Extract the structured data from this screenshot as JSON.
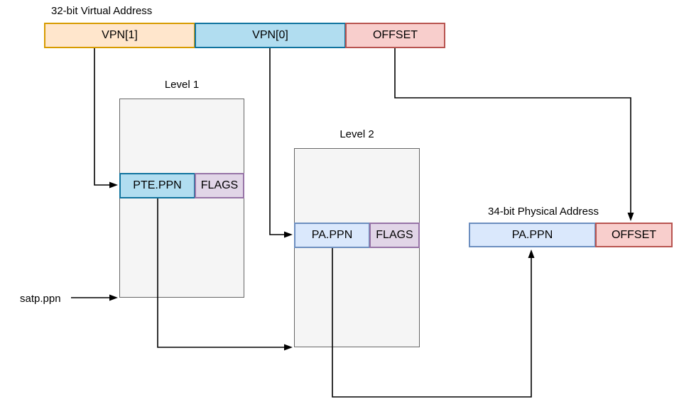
{
  "virtual_address": {
    "title": "32-bit Virtual Address",
    "fields": [
      {
        "label": "VPN[1]",
        "color_role": "orange"
      },
      {
        "label": "VPN[0]",
        "color_role": "blue"
      },
      {
        "label": "OFFSET",
        "color_role": "red"
      }
    ]
  },
  "page_tables": [
    {
      "title": "Level 1",
      "entry": {
        "ppn_label": "PTE.PPN",
        "flags_label": "FLAGS"
      }
    },
    {
      "title": "Level 2",
      "entry": {
        "ppn_label": "PA.PPN",
        "flags_label": "FLAGS"
      }
    }
  ],
  "physical_address": {
    "title": "34-bit Physical Address",
    "fields": [
      {
        "label": "PA.PPN",
        "color_role": "lightblue"
      },
      {
        "label": "OFFSET",
        "color_role": "red"
      }
    ]
  },
  "satp_label": "satp.ppn",
  "connectors": [
    {
      "name": "vpn1-to-level1-pte",
      "from": "VPN[1]",
      "to": "Level 1 PTE.PPN"
    },
    {
      "name": "vpn0-to-level2-pa",
      "from": "VPN[0]",
      "to": "Level 2 PA.PPN"
    },
    {
      "name": "offset-to-physical-offset",
      "from": "OFFSET (VA)",
      "to": "Physical OFFSET"
    },
    {
      "name": "satp-to-level1-base",
      "from": "satp.ppn",
      "to": "Level 1 base"
    },
    {
      "name": "pte-to-level2-base",
      "from": "PTE.PPN",
      "to": "Level 2 base"
    },
    {
      "name": "level2-pa-to-physical-ppn",
      "from": "PA.PPN (L2)",
      "to": "Physical PA.PPN"
    }
  ],
  "colors": {
    "vpn1_fill": "#ffe6cc",
    "vpn1_border": "#d79b00",
    "vpn0_fill": "#b1ddf0",
    "vpn0_border": "#10739e",
    "offset_fill": "#f8cecc",
    "offset_border": "#b85450",
    "ppn_fill": "#dae8fc",
    "ppn_border": "#6c8ebf",
    "flags_fill": "#e1d5e7",
    "flags_border": "#9673a6",
    "table_fill": "#f5f5f5",
    "table_border": "#666666",
    "connector": "#000000"
  }
}
